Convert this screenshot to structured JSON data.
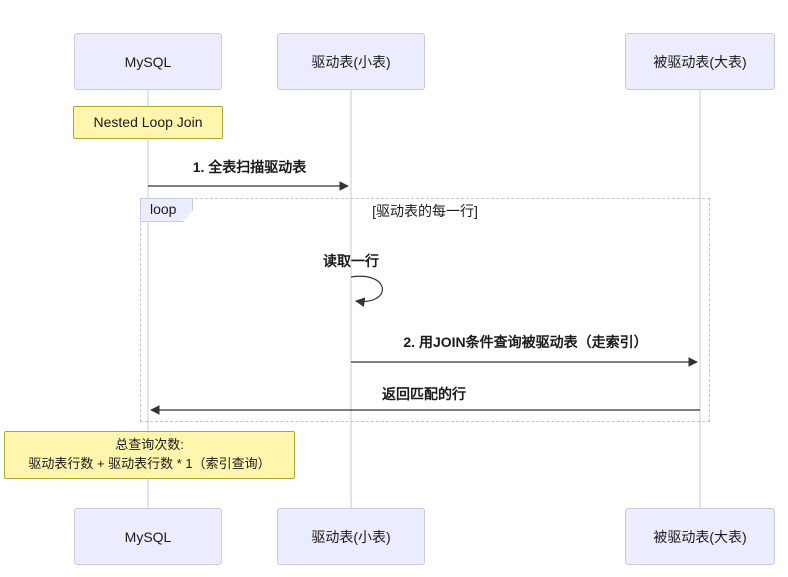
{
  "participants": [
    {
      "label": "MySQL"
    },
    {
      "label": "驱动表(小表)"
    },
    {
      "label": "被驱动表(大表)"
    }
  ],
  "loop": {
    "label": "loop",
    "condition": "[驱动表的每一行]"
  },
  "messages": {
    "scan": "1. 全表扫描驱动表",
    "read_row": "读取一行",
    "join_query": "2. 用JOIN条件查询被驱动表（走索引）",
    "return_rows": "返回匹配的行"
  },
  "notes": {
    "top": "Nested Loop Join",
    "bottom_line1": "总查询次数:",
    "bottom_line2": "驱动表行数 + 驱动表行数 * 1（索引查询）"
  },
  "colors": {
    "actor_fill": "#ECECFF",
    "actor_border": "#c9c9e8",
    "note_fill": "#FFF5AD",
    "note_border": "#AAAA33",
    "line": "#333333",
    "lifeline": "#c9c9dd"
  }
}
